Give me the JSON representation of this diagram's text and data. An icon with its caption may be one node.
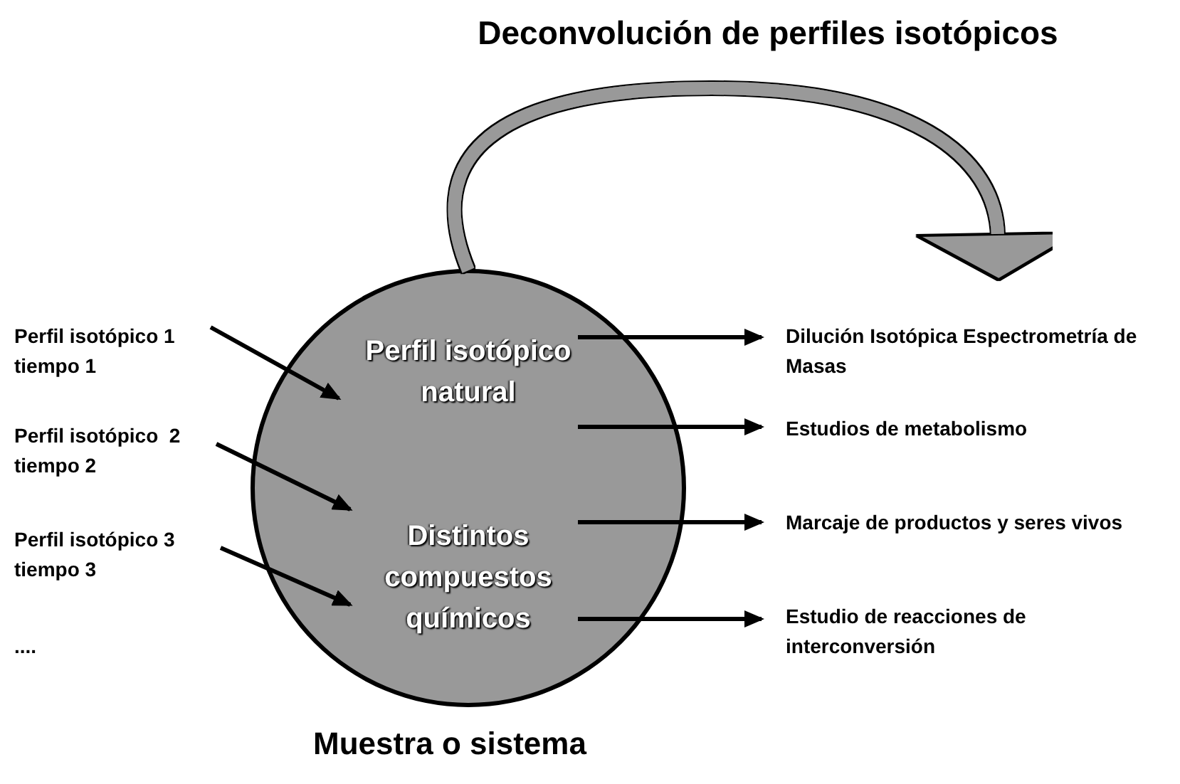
{
  "diagram": {
    "title": "Deconvolución de perfiles isotópicos",
    "nodes": [
      {
        "text": [
          "Perfil isotópico natural",
          "Distintos compuestos químicos"
        ],
        "beside": [
          "Muestra o sistema"
        ]
      },
      {
        "text": [
          "Perfil isotópico 1 tiempo 1"
        ]
      },
      {
        "text": [
          "Perfil isotópico  2 tiempo 2"
        ]
      },
      {
        "text": [
          "Perfil isotópico 3 tiempo 3"
        ]
      },
      {
        "text": [
          "Dilución Isotópica Espectrometría de Masas"
        ]
      },
      {
        "text": [
          "Estudios de metabolismo"
        ]
      },
      {
        "text": [
          "Marcaje de productos y seres vivos"
        ]
      },
      {
        "text": [
          "Estudio de reacciones de interconversión"
        ]
      }
    ],
    "edges": [
      {
        "from": 1,
        "to": 0,
        "arrow": "to"
      },
      {
        "from": 2,
        "to": 0,
        "arrow": "to"
      },
      {
        "from": 3,
        "to": 0,
        "arrow": "to"
      },
      {
        "from": 0,
        "to": 4,
        "arrow": "to"
      },
      {
        "from": 0,
        "to": 5,
        "arrow": "to"
      },
      {
        "from": 0,
        "to": 6,
        "arrow": "to"
      },
      {
        "from": 0,
        "to": 7,
        "arrow": "to"
      },
      {
        "from": 0,
        "to": null,
        "arrow": "to",
        "style": "thick",
        "color": "#999999"
      }
    ],
    "labels": [
      "...."
    ]
  }
}
